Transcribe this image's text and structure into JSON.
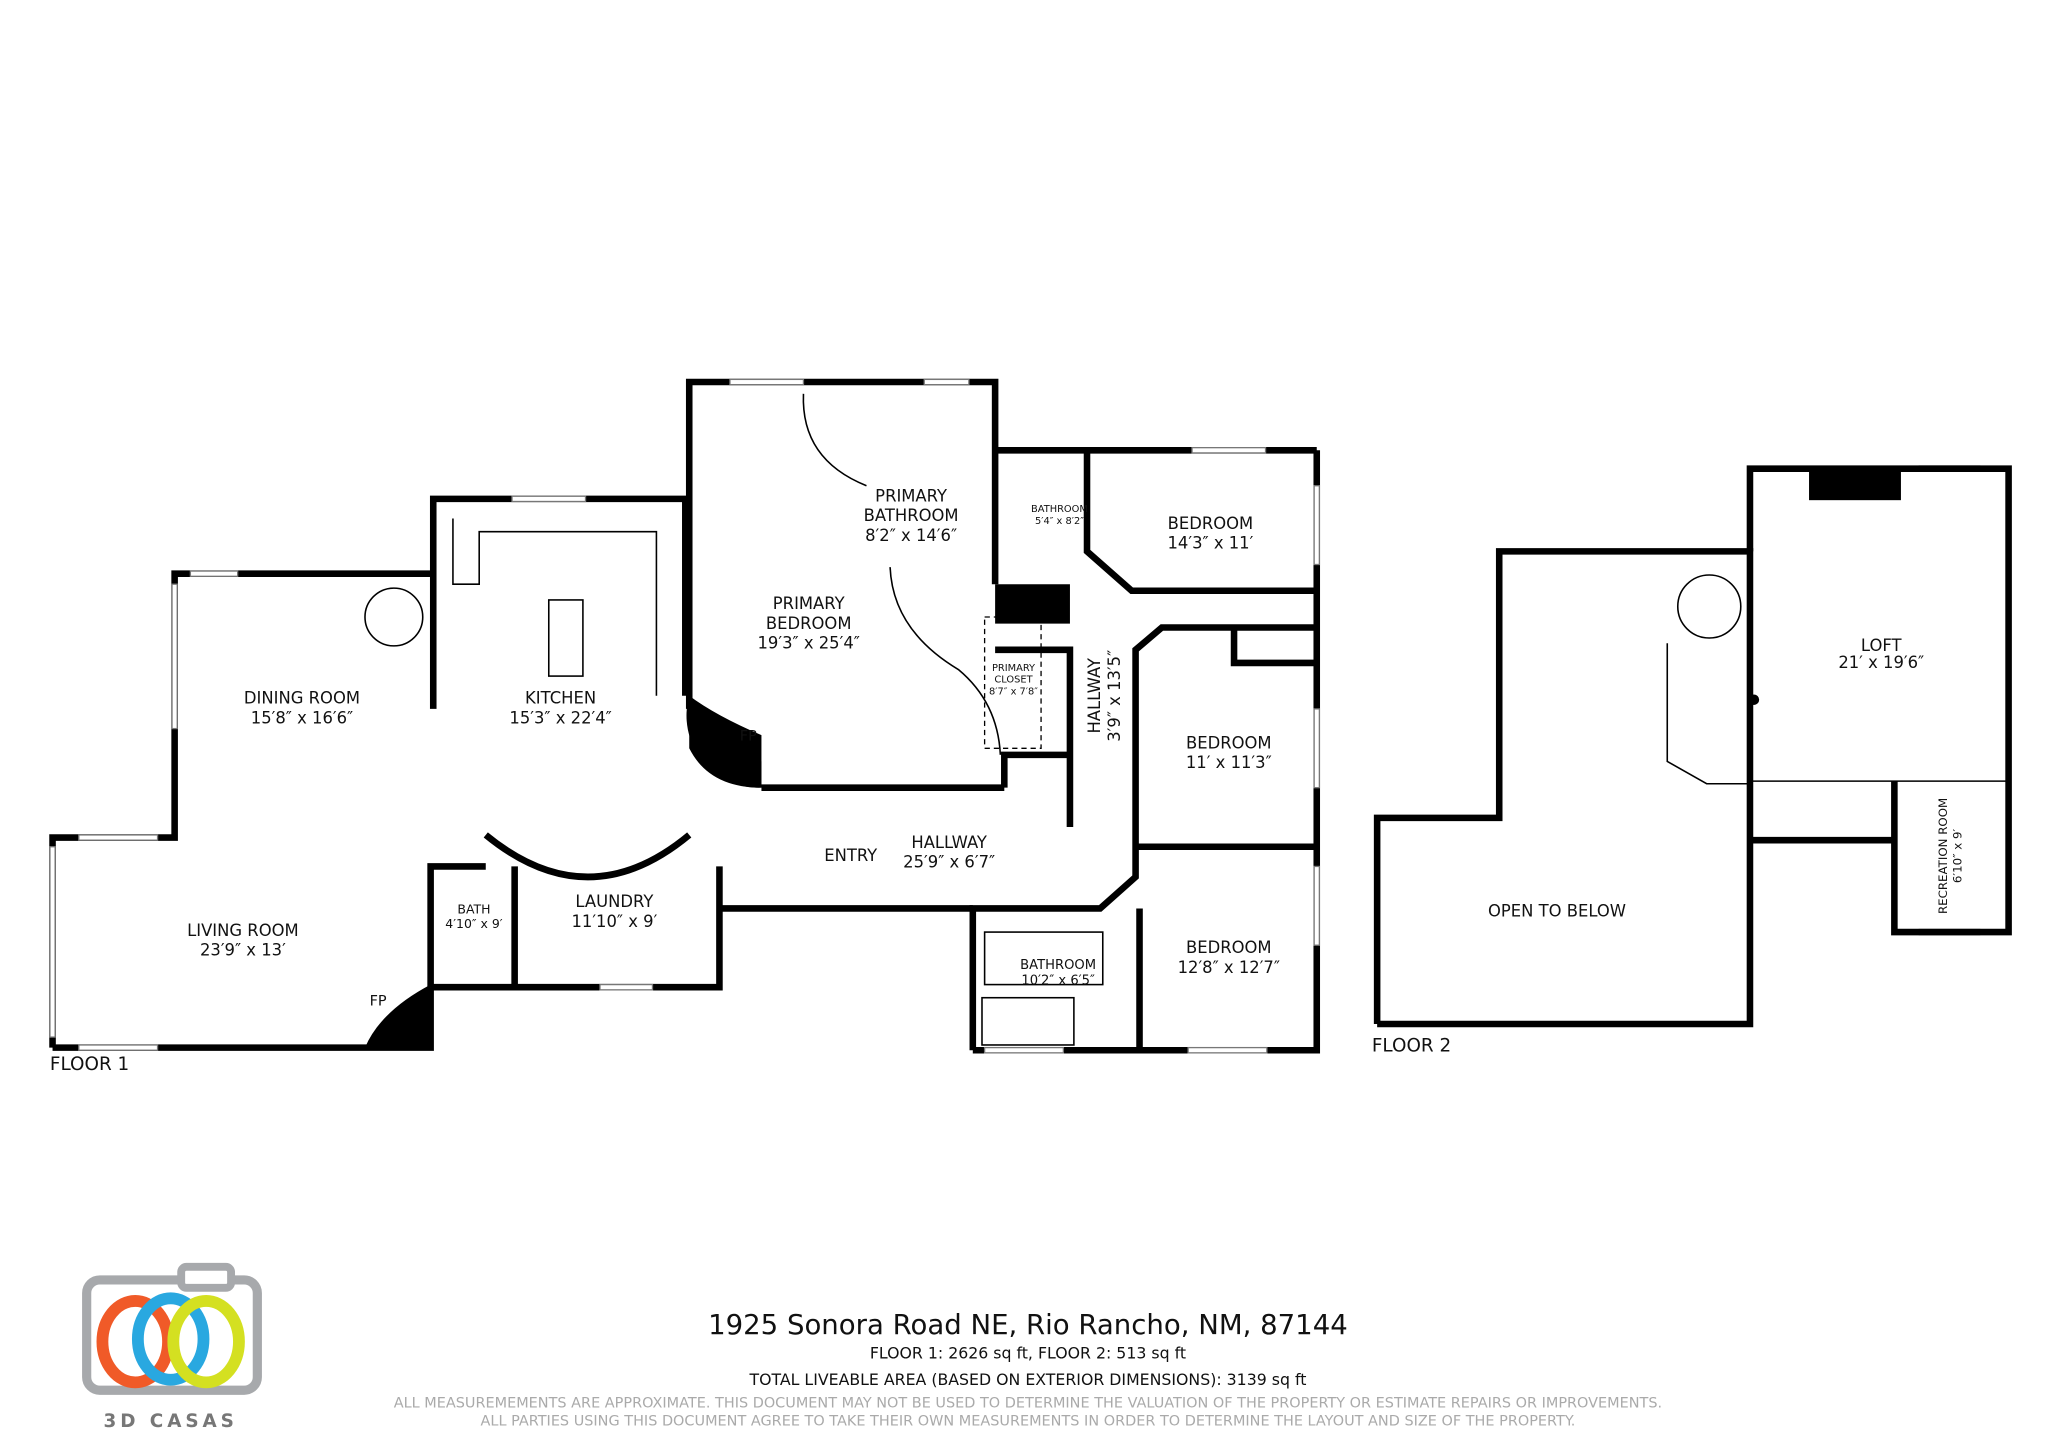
{
  "floor1": {
    "label": "FLOOR 1",
    "rooms": [
      {
        "name": "DINING ROOM",
        "size": "15′8″ x 16′6″"
      },
      {
        "name": "KITCHEN",
        "size": "15′3″ x 22′4″"
      },
      {
        "name": "PRIMARY BEDROOM",
        "size": "19′3″ x 25′4″"
      },
      {
        "name": "PRIMARY BATHROOM",
        "size": "8′2″ x 14′6″"
      },
      {
        "name": "BATHROOM",
        "size": "5′4″ x 8′2″"
      },
      {
        "name": "PRIMARY CLOSET",
        "size": "8′7″ x 7′8″"
      },
      {
        "name": "BEDROOM",
        "size": "14′3″ x 11′"
      },
      {
        "name": "HALLWAY",
        "size": "3′9″ x 13′5″"
      },
      {
        "name": "BEDROOM",
        "size": "11′ x 11′3″"
      },
      {
        "name": "BEDROOM",
        "size": "12′8″ x 12′7″"
      },
      {
        "name": "BATHROOM",
        "size": "10′2″ x 6′5″"
      },
      {
        "name": "HALLWAY",
        "size": "25′9″ x 6′7″"
      },
      {
        "name": "ENTRY",
        "size": ""
      },
      {
        "name": "LAUNDRY",
        "size": "11′10″ x 9′"
      },
      {
        "name": "BATH",
        "size": "4′10″ x 9′"
      },
      {
        "name": "LIVING ROOM",
        "size": "23′9″ x 13′"
      }
    ],
    "fireplace_label": "FP"
  },
  "floor2": {
    "label": "FLOOR 2",
    "rooms": [
      {
        "name": "LOFT",
        "size": "21′ x 19′6″"
      },
      {
        "name": "RECREATION ROOM",
        "size": "6′10″ x 9′"
      },
      {
        "name": "OPEN TO BELOW",
        "size": ""
      }
    ]
  },
  "footer": {
    "address": "1925 Sonora Road NE, Rio Rancho, NM, 87144",
    "floor_areas": "FLOOR 1: 2626 sq ft, FLOOR 2: 513 sq ft",
    "total_area": "TOTAL LIVEABLE AREA (BASED ON EXTERIOR DIMENSIONS): 3139 sq ft",
    "disclaimer_1": "ALL MEASUREMEMENTS ARE APPROXIMATE. THIS DOCUMENT MAY NOT BE USED TO DETERMINE THE VALUATION OF THE PROPERTY OR ESTIMATE REPAIRS OR IMPROVEMENTS.",
    "disclaimer_2": "ALL PARTIES USING THIS DOCUMENT AGREE TO TAKE THEIR OWN MEASUREMENTS IN ORDER TO DETERMINE THE LAYOUT AND SIZE OF THE PROPERTY."
  },
  "logo": {
    "text": "3D CASAS",
    "colors": {
      "orange": "#f05a28",
      "blue": "#29a8e0",
      "yellow": "#d4e021",
      "gray": "#a7a9ac"
    }
  }
}
